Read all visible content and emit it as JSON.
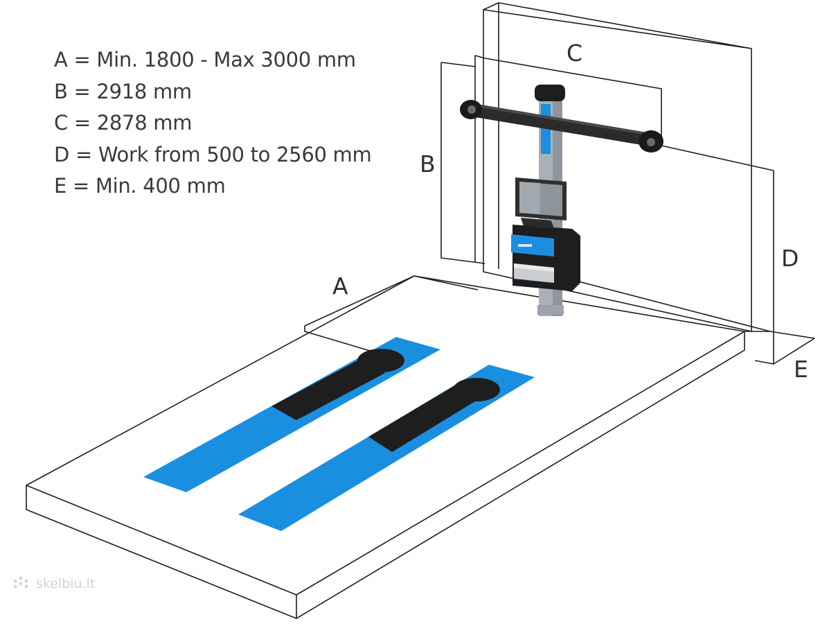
{
  "specs": [
    "A = Min. 1800 - Max 3000 mm",
    "B = 2918 mm",
    "C = 2878 mm",
    "D = Work from 500 to 2560 mm",
    "E = Min. 400 mm"
  ],
  "dimension_labels": {
    "a": "A",
    "b": "B",
    "c": "C",
    "d": "D",
    "e": "E"
  },
  "watermark": "skelbiu.lt",
  "colors": {
    "accent_blue": "#1a8fe0",
    "dark": "#1e1e1e",
    "column_grey": "#a9b0b7",
    "line": "#1c1c1c"
  }
}
